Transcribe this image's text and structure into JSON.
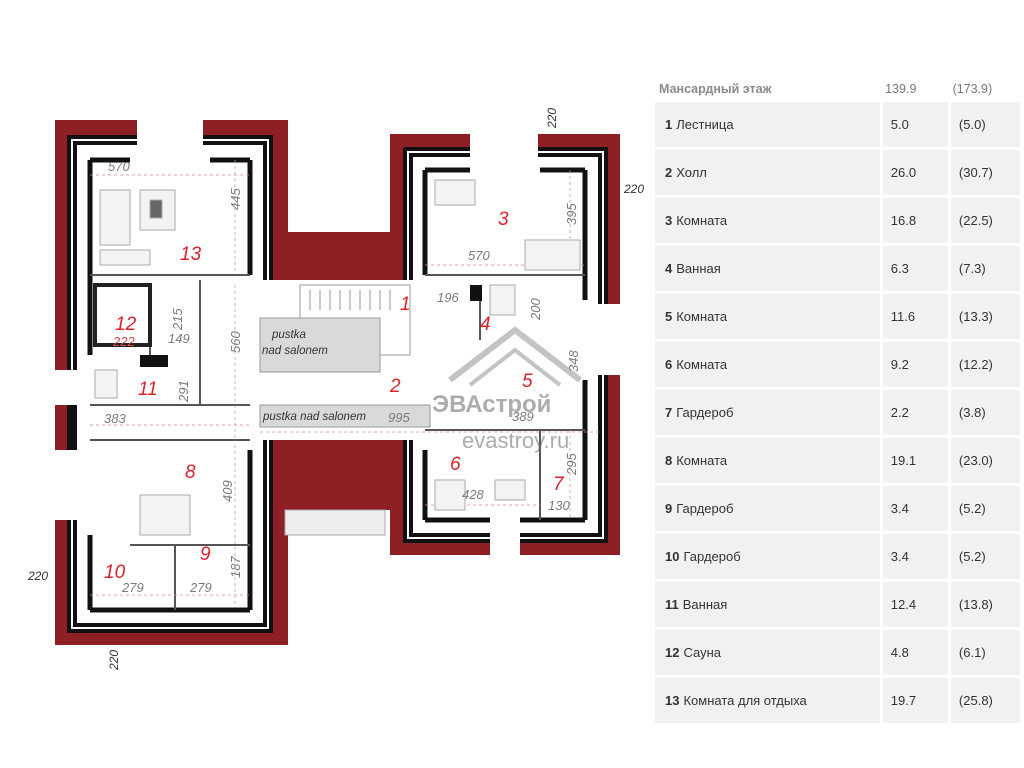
{
  "plan": {
    "rooms": {
      "r1": "1",
      "r2": "2",
      "r3": "3",
      "r4": "4",
      "r5": "5",
      "r6": "6",
      "r7": "7",
      "r8": "8",
      "r9": "9",
      "r10": "10",
      "r11": "11",
      "r12": "12",
      "r13": "13"
    },
    "dims": {
      "d570a": "570",
      "d445": "445",
      "d215": "215",
      "d222": "222",
      "d149": "149",
      "d560": "560",
      "d291": "291",
      "d383": "383",
      "d409": "409",
      "d279a": "279",
      "d279b": "279",
      "d187": "187",
      "d570b": "570",
      "d395": "395",
      "d196": "196",
      "d200": "200",
      "d348": "348",
      "d389": "389",
      "d995": "995",
      "d428": "428",
      "d295": "295",
      "d130": "130"
    },
    "external_dims": {
      "top": "220",
      "right": "220",
      "left": "220",
      "bottom": "220"
    },
    "voids": {
      "upper": "pustka\nnad salonem",
      "upper_l1": "pustka",
      "upper_l2": "nad salonem",
      "lower": "pustka nad salonem"
    },
    "watermark": {
      "brand": "ЭВАстрой",
      "site": "evastroy.ru"
    }
  },
  "table": {
    "header": {
      "title": "Мансардный этаж",
      "area": "139.9",
      "total": "(173.9)"
    },
    "rows": [
      {
        "num": "1",
        "name": "Лестница",
        "area": "5.0",
        "total": "(5.0)"
      },
      {
        "num": "2",
        "name": "Холл",
        "area": "26.0",
        "total": "(30.7)"
      },
      {
        "num": "3",
        "name": "Комната",
        "area": "16.8",
        "total": "(22.5)"
      },
      {
        "num": "4",
        "name": "Ванная",
        "area": "6.3",
        "total": "(7.3)"
      },
      {
        "num": "5",
        "name": "Комната",
        "area": "11.6",
        "total": "(13.3)"
      },
      {
        "num": "6",
        "name": "Комната",
        "area": "9.2",
        "total": "(12.2)"
      },
      {
        "num": "7",
        "name": "Гардероб",
        "area": "2.2",
        "total": "(3.8)"
      },
      {
        "num": "8",
        "name": "Комната",
        "area": "19.1",
        "total": "(23.0)"
      },
      {
        "num": "9",
        "name": "Гардероб",
        "area": "3.4",
        "total": "(5.2)"
      },
      {
        "num": "10",
        "name": "Гардероб",
        "area": "3.4",
        "total": "(5.2)"
      },
      {
        "num": "11",
        "name": "Ванная",
        "area": "12.4",
        "total": "(13.8)"
      },
      {
        "num": "12",
        "name": "Сауна",
        "area": "4.8",
        "total": "(6.1)"
      },
      {
        "num": "13",
        "name": "Комната для отдыха",
        "area": "19.7",
        "total": "(25.8)"
      }
    ]
  },
  "colors": {
    "roof": "#8e1f24",
    "wall": "#111111",
    "room_number": "#e0202a",
    "dimension": "#d04a4a"
  }
}
